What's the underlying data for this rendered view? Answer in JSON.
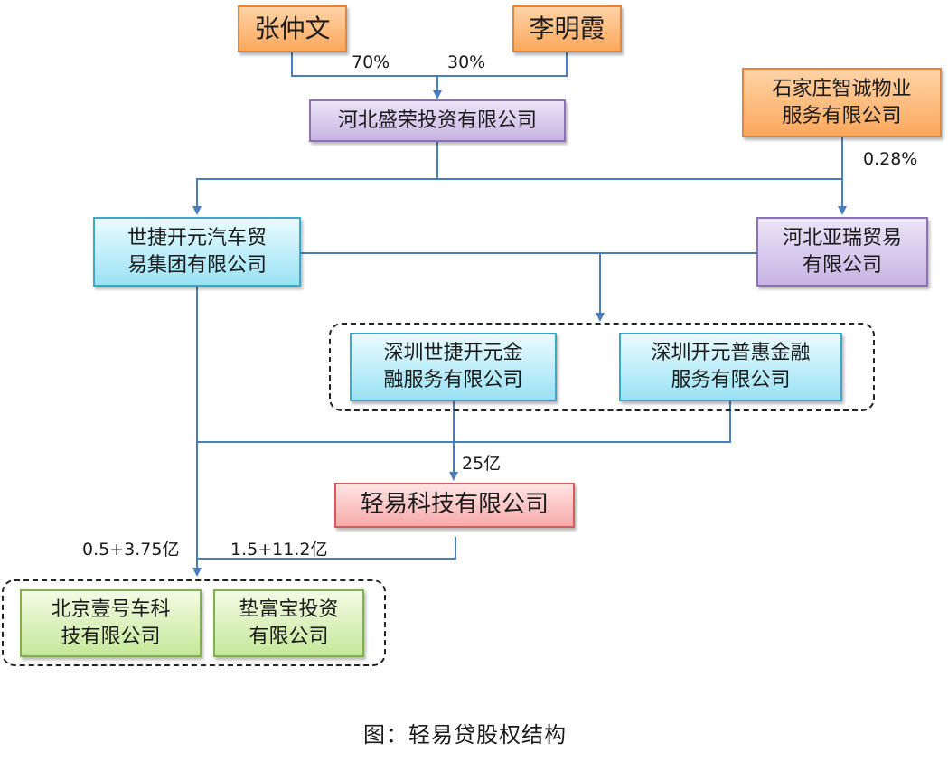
{
  "nodes": {
    "zhang": "张仲文",
    "li": "李明霞",
    "hebei_shengrong": "河北盛荣投资有限公司",
    "shijiazhuang": "石家庄智诚物业\n服务有限公司",
    "shijie_kaiyuan": "世捷开元汽车贸\n易集团有限公司",
    "hebei_yarui": "河北亚瑞贸易\n有限公司",
    "shenzhen_shijie": "深圳世捷开元金\n融服务有限公司",
    "shenzhen_kaiyuan": "深圳开元普惠金融\n服务有限公司",
    "qingyi": "轻易科技有限公司",
    "beijing_yihao": "北京壹号车科\n技有限公司",
    "dianfubao": "垫富宝投资\n有限公司"
  },
  "labels": {
    "pct_zhang": "70%",
    "pct_li": "30%",
    "pct_shijiazhuang": "0.28%",
    "amount_qingyi": "25亿",
    "amount_left": "0.5+3.75亿",
    "amount_right": "1.5+11.2亿"
  },
  "caption": "图：轻易贷股权结构"
}
